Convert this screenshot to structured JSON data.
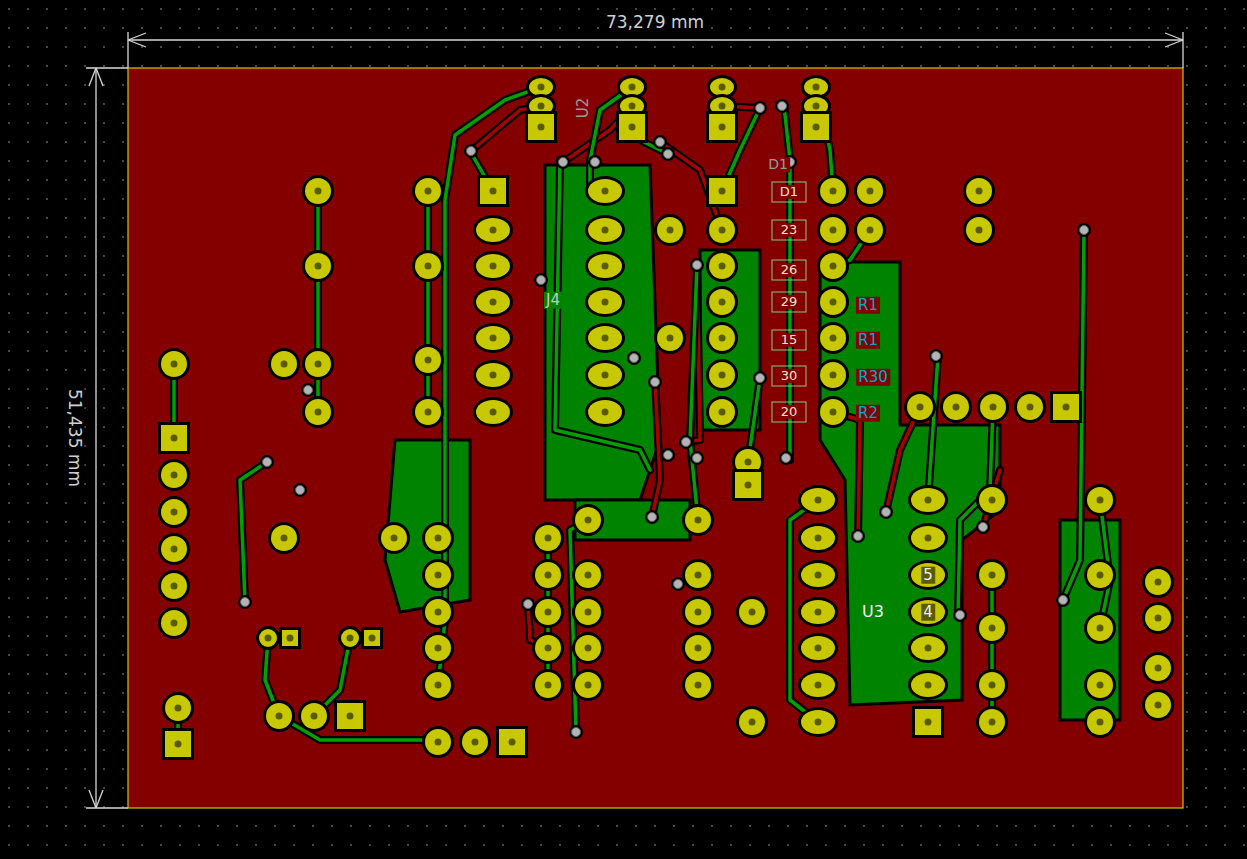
{
  "diagram": {
    "labels": [
      "73,279 mm",
      "51,435 mm",
      "U2",
      "D1",
      "D1",
      "23",
      "26",
      "29",
      "15",
      "30",
      "20",
      "R1",
      "R1",
      "R30",
      "R2",
      "J4",
      "U3",
      "5",
      "4"
    ]
  }
}
